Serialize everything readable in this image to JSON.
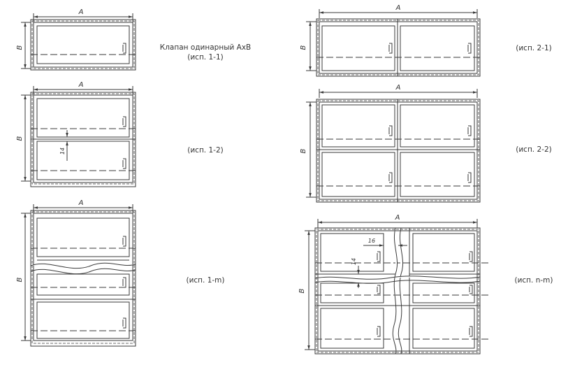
{
  "captions": {
    "v11": "Клапан одинарный АхВ",
    "v11_sub": "(исп. 1-1)",
    "v12": "(исп. 1-2)",
    "v1m": "(исп. 1-m)",
    "v21": "(исп. 2-1)",
    "v22": "(исп. 2-2)",
    "vnm": "(исп. n-m)"
  },
  "dims": {
    "A": "A",
    "B": "B",
    "d14": "14",
    "d16": "16"
  },
  "colors": {
    "line": "#3a3a3a",
    "background": "#ffffff"
  }
}
